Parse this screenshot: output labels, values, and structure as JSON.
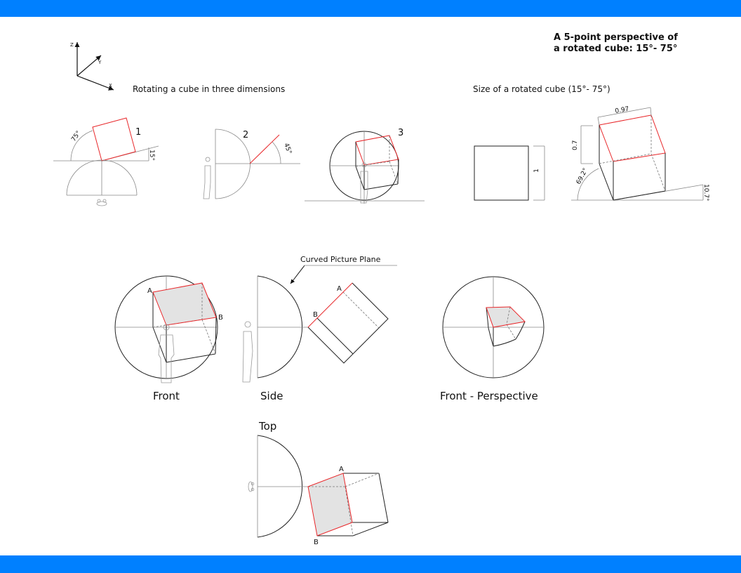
{
  "header_bar": {
    "color": "#0080FF"
  },
  "footer_bar": {
    "color": "#0080FF"
  },
  "title": {
    "line1": "A 5-point perspective of",
    "line2": "a rotated cube: 15°- 75°"
  },
  "axes": {
    "z": "Z",
    "y": "Y",
    "x": "X"
  },
  "sections": {
    "rotating": "Rotating a cube in three dimensions",
    "size": "Size of a rotated cube (15°- 75°)"
  },
  "steps": {
    "step1": {
      "number": "1",
      "angle_a": "75°",
      "angle_b": "15°"
    },
    "step2": {
      "number": "2",
      "angle": "45°"
    },
    "step3": {
      "number": "3"
    }
  },
  "size_diagram": {
    "unit": "1",
    "width": "0.97",
    "height": "0.7",
    "angle_left": "69.2°",
    "angle_right": "10.7°"
  },
  "views": {
    "front": {
      "label": "Front",
      "point_a": "A",
      "point_b": "B"
    },
    "side": {
      "label": "Side",
      "point_a": "A",
      "point_b": "B",
      "callout": "Curved Picture Plane"
    },
    "front_perspective": {
      "label": "Front - Perspective"
    },
    "top": {
      "label": "Top",
      "point_a": "A",
      "point_b": "B"
    }
  },
  "colors": {
    "accent_red": "#e8272a",
    "shade": "#e3e3e3"
  }
}
